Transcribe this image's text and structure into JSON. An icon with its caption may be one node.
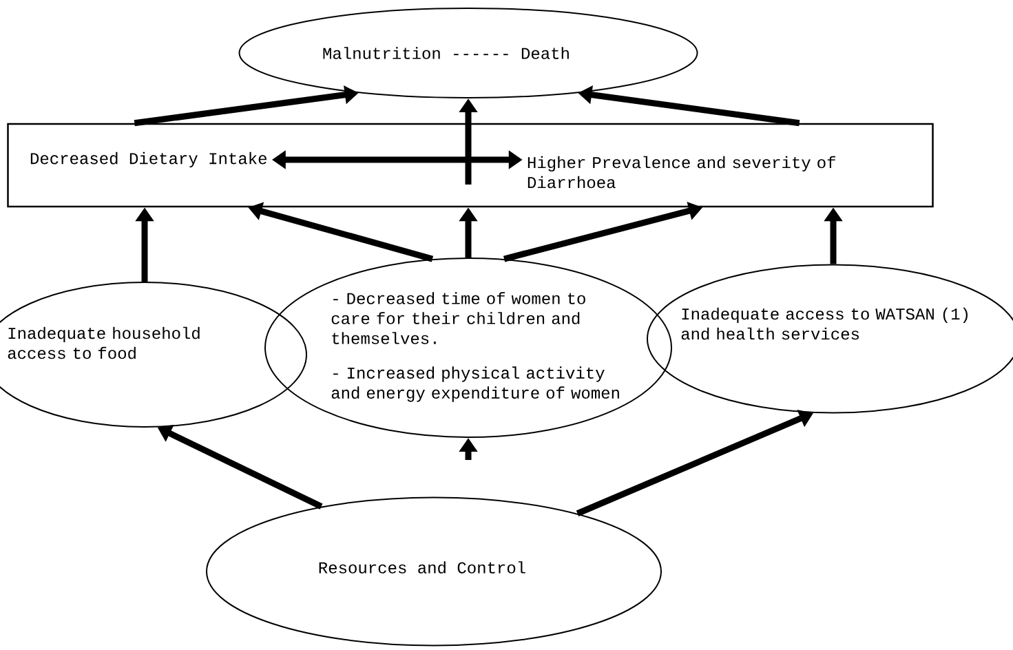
{
  "diagram": {
    "nodes": [
      {
        "text": [
          "Malnutrition ------ Death"
        ]
      },
      {
        "text": [],
        "shape": "box"
      },
      {
        "text": [
          "Decreased Dietary Intake"
        ],
        "in": 1
      },
      {
        "text": [
          "Higher Prevalence and severity of Diarrhoea"
        ],
        "in": 1
      },
      {
        "text": [
          "Inadequate household access to food"
        ]
      },
      {
        "text": [
          "- Decreased time of women to care for their children and themselves.",
          "- Increased physical activity and energy expenditure of women"
        ]
      },
      {
        "text": [
          "Inadequate access to WATSAN (1) and health services"
        ]
      },
      {
        "text": [
          "Resources and Control"
        ]
      }
    ],
    "edges": [
      {
        "from": 1,
        "to": 0,
        "arrow": "to"
      },
      {
        "from": 1,
        "to": 0,
        "arrow": "to"
      },
      {
        "from": 2,
        "to": 3,
        "arrow": "both"
      },
      {
        "from": null,
        "to": 0,
        "arrow": "to"
      },
      {
        "from": 4,
        "to": 1,
        "arrow": "to"
      },
      {
        "from": 5,
        "to": 1,
        "arrow": "to"
      },
      {
        "from": 5,
        "to": 1,
        "arrow": "to"
      },
      {
        "from": 5,
        "to": 1,
        "arrow": "to"
      },
      {
        "from": 6,
        "to": 1,
        "arrow": "to"
      },
      {
        "from": null,
        "to": 5,
        "arrow": "to"
      },
      {
        "from": 7,
        "to": 4,
        "arrow": "to"
      },
      {
        "from": 7,
        "to": 6,
        "arrow": "to"
      }
    ]
  }
}
